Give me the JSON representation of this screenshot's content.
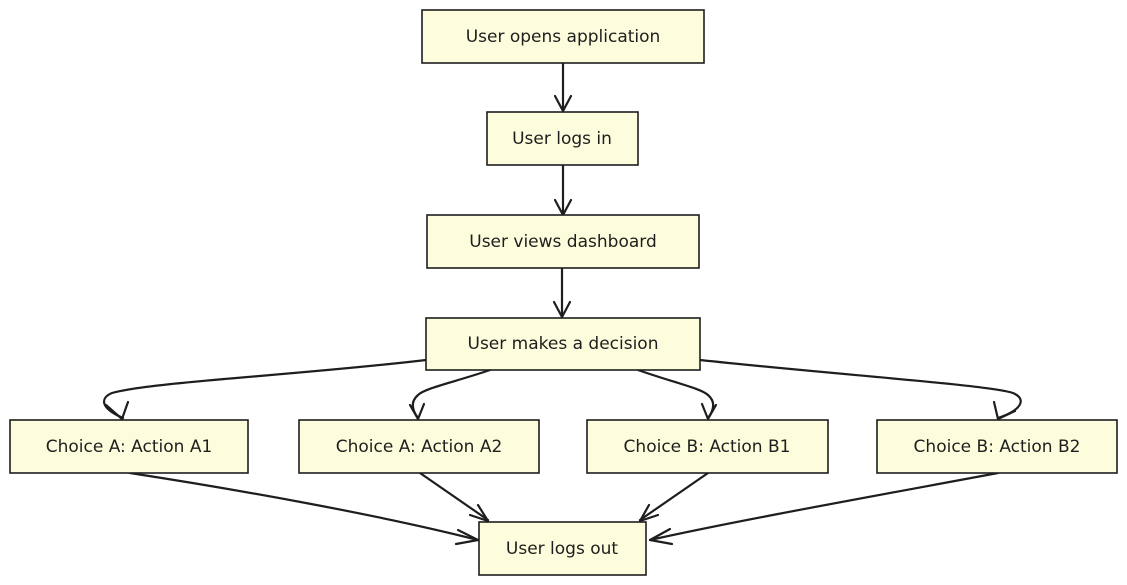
{
  "diagram": {
    "nodes": [
      {
        "id": "open",
        "label": "User opens application"
      },
      {
        "id": "login",
        "label": "User logs in"
      },
      {
        "id": "dashboard",
        "label": "User views dashboard"
      },
      {
        "id": "decision",
        "label": "User makes a decision"
      },
      {
        "id": "a1",
        "label": "Choice A: Action A1"
      },
      {
        "id": "a2",
        "label": "Choice A: Action A2"
      },
      {
        "id": "b1",
        "label": "Choice B: Action B1"
      },
      {
        "id": "b2",
        "label": "Choice B: Action B2"
      },
      {
        "id": "logout",
        "label": "User logs out"
      }
    ],
    "edges": [
      {
        "from": "open",
        "to": "login"
      },
      {
        "from": "login",
        "to": "dashboard"
      },
      {
        "from": "dashboard",
        "to": "decision"
      },
      {
        "from": "decision",
        "to": "a1"
      },
      {
        "from": "decision",
        "to": "a2"
      },
      {
        "from": "decision",
        "to": "b1"
      },
      {
        "from": "decision",
        "to": "b2"
      },
      {
        "from": "a1",
        "to": "logout"
      },
      {
        "from": "a2",
        "to": "logout"
      },
      {
        "from": "b1",
        "to": "logout"
      },
      {
        "from": "b2",
        "to": "logout"
      }
    ],
    "colors": {
      "node_fill": "#fdfcdc",
      "stroke": "#1e1e1e"
    }
  }
}
